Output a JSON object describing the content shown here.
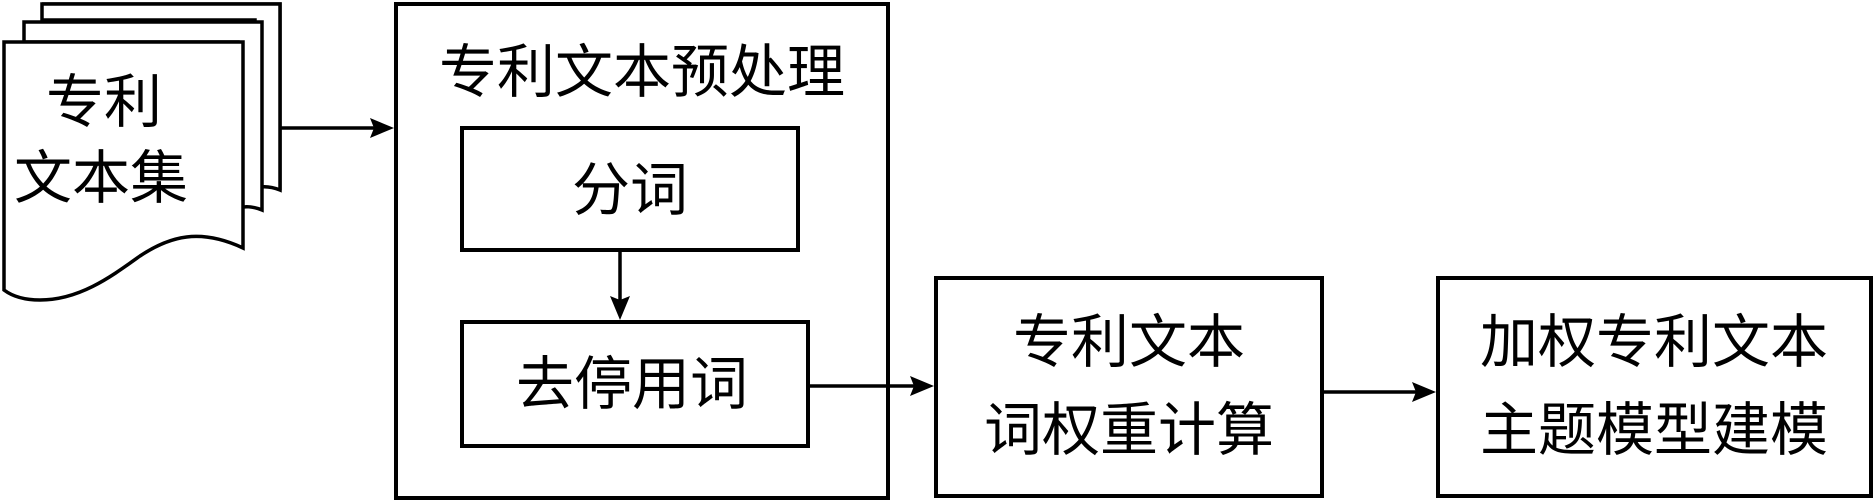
{
  "documents": {
    "line1": "专利",
    "line2": "文本集"
  },
  "preprocess": {
    "title": "专利文本预处理",
    "step1": "分词",
    "step2": "去停用词"
  },
  "weighting": {
    "line1": "专利文本",
    "line2": "词权重计算"
  },
  "modeling": {
    "line1": "加权专利文本",
    "line2": "主题模型建模"
  },
  "colors": {
    "stroke": "#000000",
    "background": "#ffffff"
  }
}
